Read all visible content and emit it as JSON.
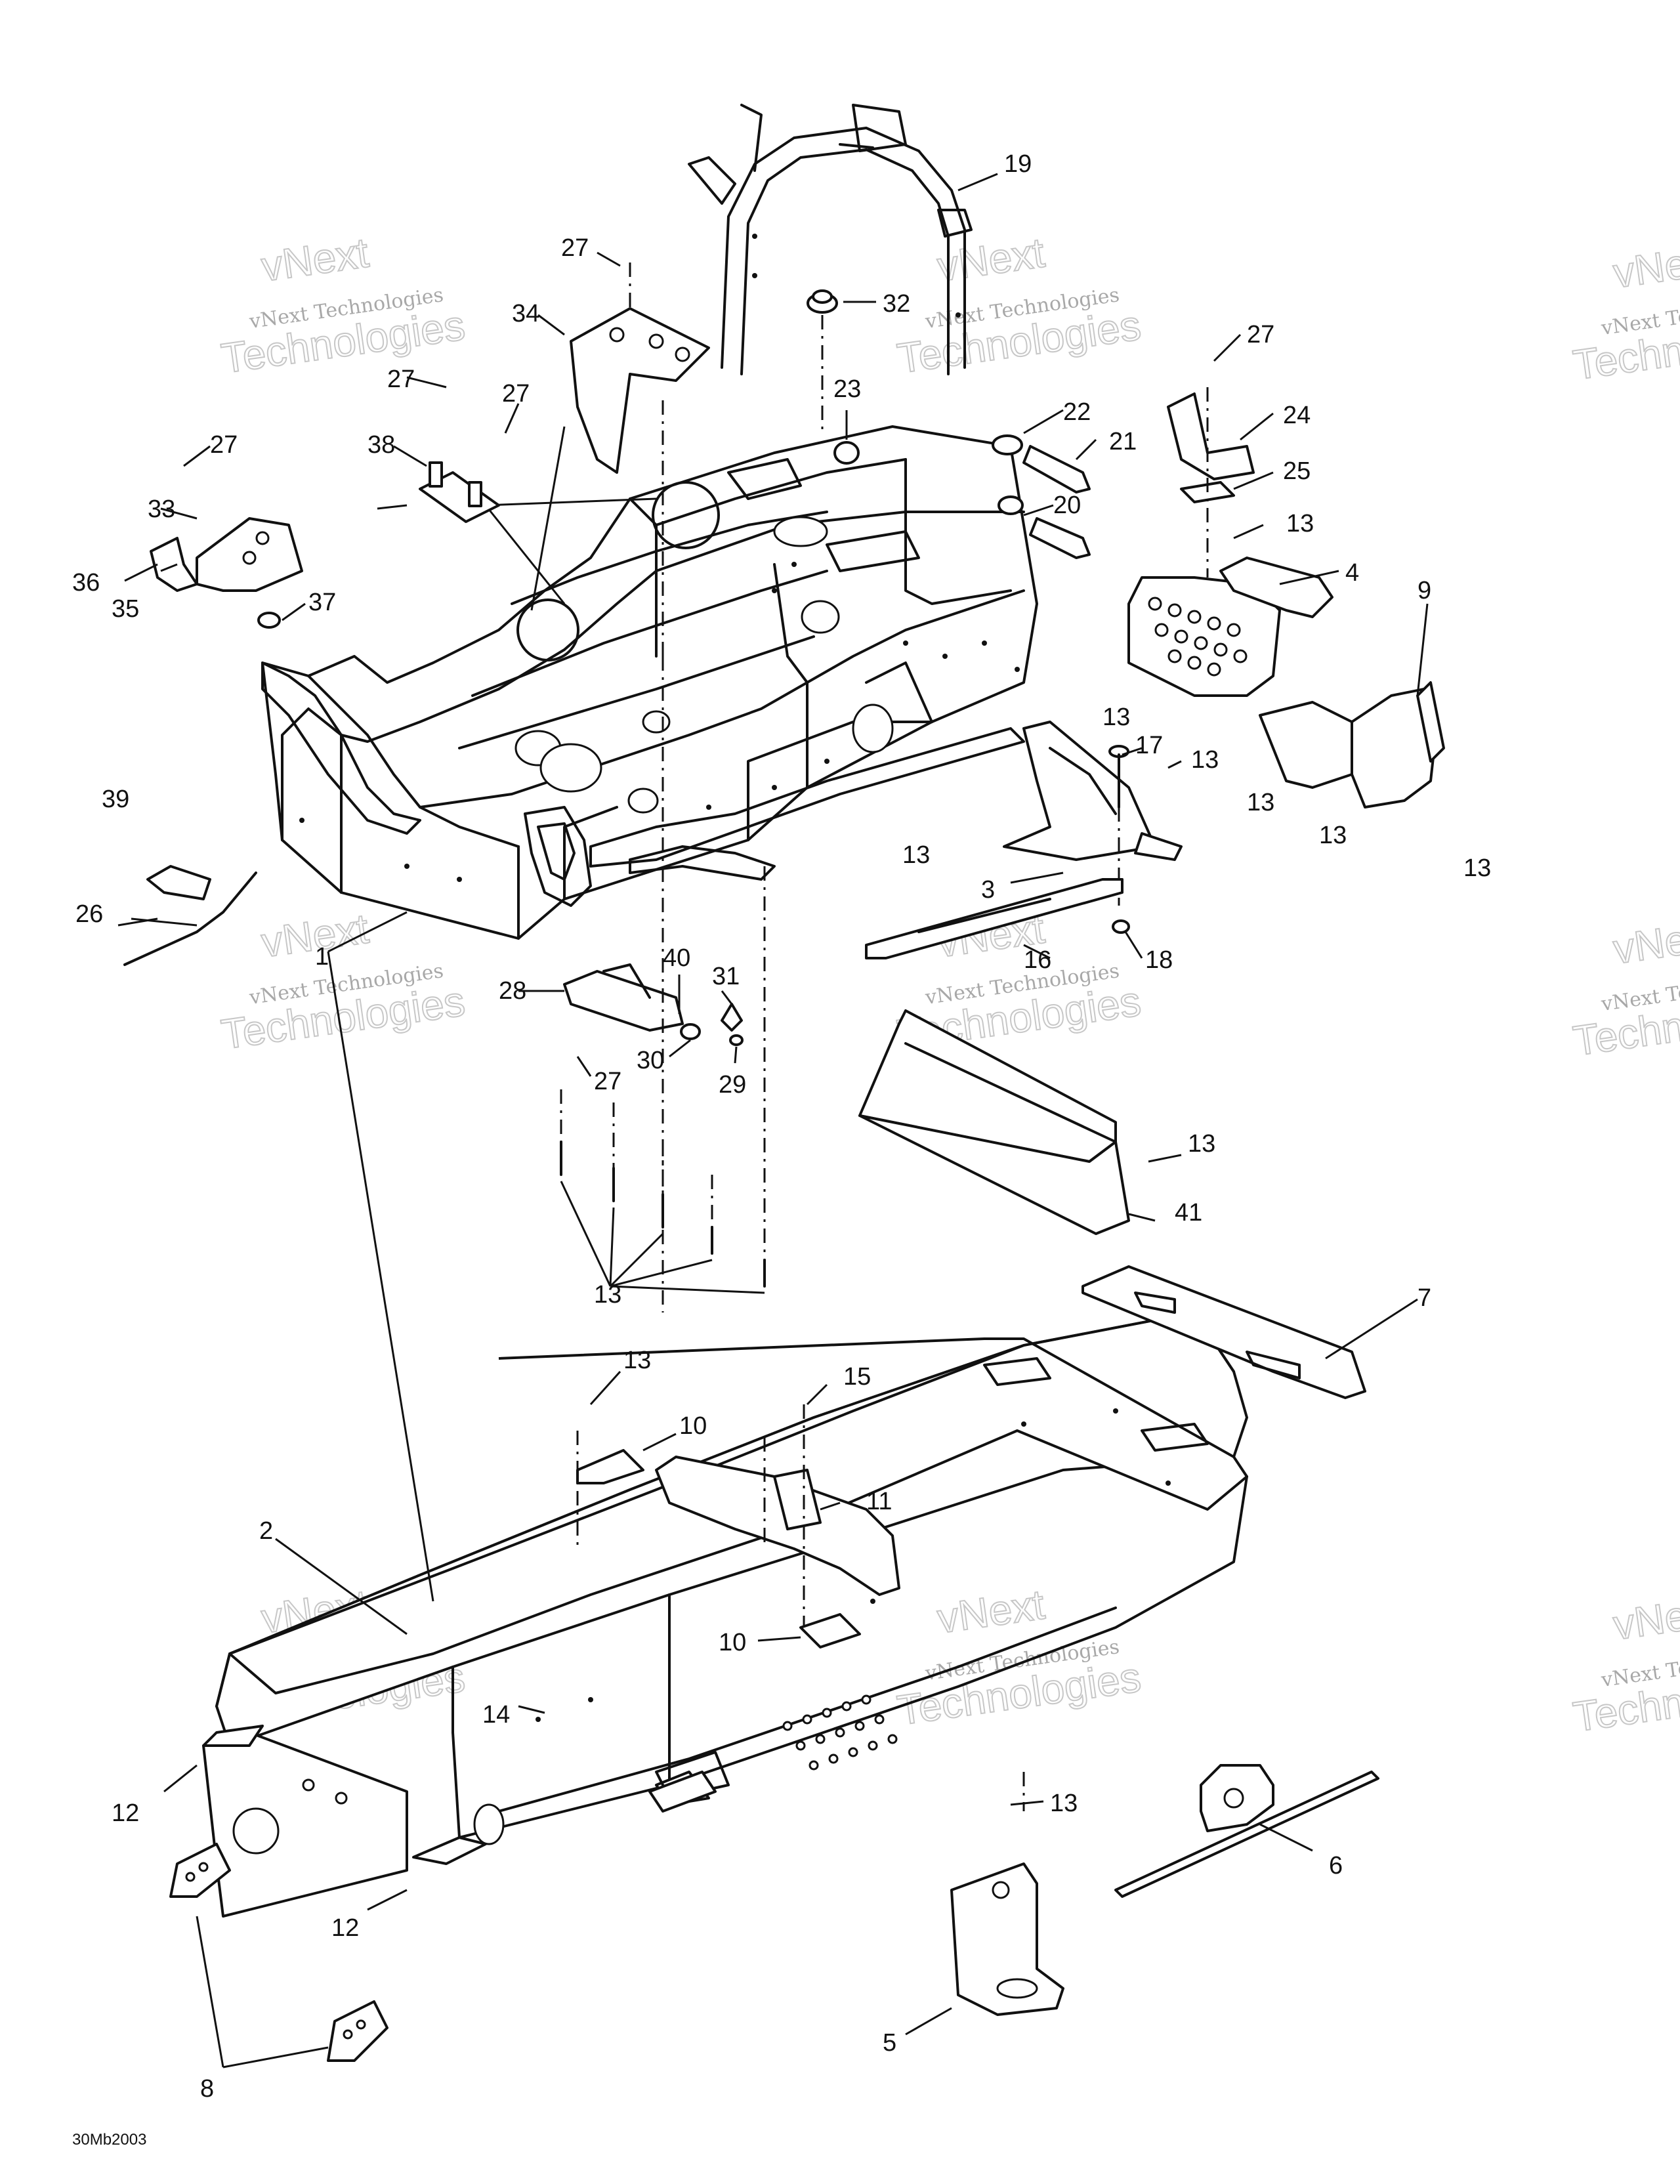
{
  "figure_code": "30Mb2003",
  "watermark": {
    "line1": "vNext",
    "line2": "vNext Technologies",
    "line3": "Technologies"
  },
  "callouts": [
    {
      "id": "c-19",
      "label": "19"
    },
    {
      "id": "c-27a",
      "label": "27"
    },
    {
      "id": "c-32",
      "label": "32"
    },
    {
      "id": "c-34",
      "label": "34"
    },
    {
      "id": "c-27b",
      "label": "27"
    },
    {
      "id": "c-27c",
      "label": "27"
    },
    {
      "id": "c-23",
      "label": "23"
    },
    {
      "id": "c-22",
      "label": "22"
    },
    {
      "id": "c-21",
      "label": "21"
    },
    {
      "id": "c-27d",
      "label": "27"
    },
    {
      "id": "c-24",
      "label": "24"
    },
    {
      "id": "c-25",
      "label": "25"
    },
    {
      "id": "c-38",
      "label": "38"
    },
    {
      "id": "c-27e",
      "label": "27"
    },
    {
      "id": "c-20",
      "label": "20"
    },
    {
      "id": "c-13a",
      "label": "13"
    },
    {
      "id": "c-33",
      "label": "33"
    },
    {
      "id": "c-37",
      "label": "37"
    },
    {
      "id": "c-36",
      "label": "36"
    },
    {
      "id": "c-35",
      "label": "35"
    },
    {
      "id": "c-4",
      "label": "4"
    },
    {
      "id": "c-9",
      "label": "9"
    },
    {
      "id": "c-13b",
      "label": "13"
    },
    {
      "id": "c-17",
      "label": "17"
    },
    {
      "id": "c-13c",
      "label": "13"
    },
    {
      "id": "c-13d",
      "label": "13"
    },
    {
      "id": "c-13e",
      "label": "13"
    },
    {
      "id": "c-13f",
      "label": "13"
    },
    {
      "id": "c-39",
      "label": "39"
    },
    {
      "id": "c-13g",
      "label": "13"
    },
    {
      "id": "c-3",
      "label": "3"
    },
    {
      "id": "c-26",
      "label": "26"
    },
    {
      "id": "c-1",
      "label": "1"
    },
    {
      "id": "c-16",
      "label": "16"
    },
    {
      "id": "c-18",
      "label": "18"
    },
    {
      "id": "c-40",
      "label": "40"
    },
    {
      "id": "c-31",
      "label": "31"
    },
    {
      "id": "c-28",
      "label": "28"
    },
    {
      "id": "c-30",
      "label": "30"
    },
    {
      "id": "c-29",
      "label": "29"
    },
    {
      "id": "c-27f",
      "label": "27"
    },
    {
      "id": "c-13h",
      "label": "13"
    },
    {
      "id": "c-41",
      "label": "41"
    },
    {
      "id": "c-13i",
      "label": "13"
    },
    {
      "id": "c-7",
      "label": "7"
    },
    {
      "id": "c-13j",
      "label": "13"
    },
    {
      "id": "c-15",
      "label": "15"
    },
    {
      "id": "c-10a",
      "label": "10"
    },
    {
      "id": "c-11",
      "label": "11"
    },
    {
      "id": "c-2",
      "label": "2"
    },
    {
      "id": "c-10b",
      "label": "10"
    },
    {
      "id": "c-14",
      "label": "14"
    },
    {
      "id": "c-13k",
      "label": "13"
    },
    {
      "id": "c-12a",
      "label": "12"
    },
    {
      "id": "c-6",
      "label": "6"
    },
    {
      "id": "c-12b",
      "label": "12"
    },
    {
      "id": "c-5",
      "label": "5"
    },
    {
      "id": "c-8",
      "label": "8"
    }
  ]
}
